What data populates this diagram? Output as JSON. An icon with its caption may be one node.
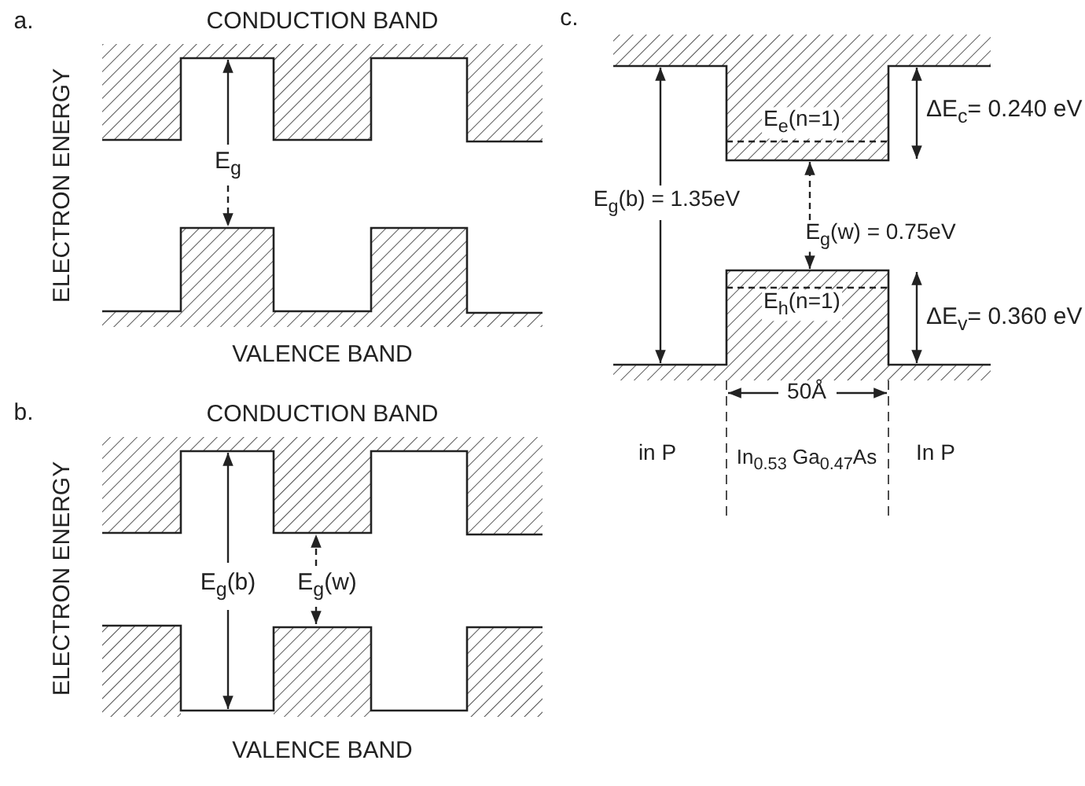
{
  "diagram": {
    "labels": [
      "a.",
      "CONDUCTION BAND",
      "ELECTRON ENERGY",
      "E$_{g}$",
      "VALENCE BAND",
      "b.",
      "CONDUCTION BAND",
      "ELECTRON ENERGY",
      "E$_{g}$(b)",
      "E$_{g}$(w)",
      "VALENCE BAND",
      "c.",
      "E$_{e}$(n=1)",
      "ΔE$_{c}$= 0.240 eV",
      "E$_{g}$(b) = 1.35eV",
      "E$_{g}$(w) = 0.75eV",
      "E$_{h}$(n=1)",
      "ΔE$_{v}$= 0.360 eV",
      "50Å",
      "in P",
      "In$_{0.53}$ Ga$_{0.47}$As",
      "In P"
    ]
  }
}
